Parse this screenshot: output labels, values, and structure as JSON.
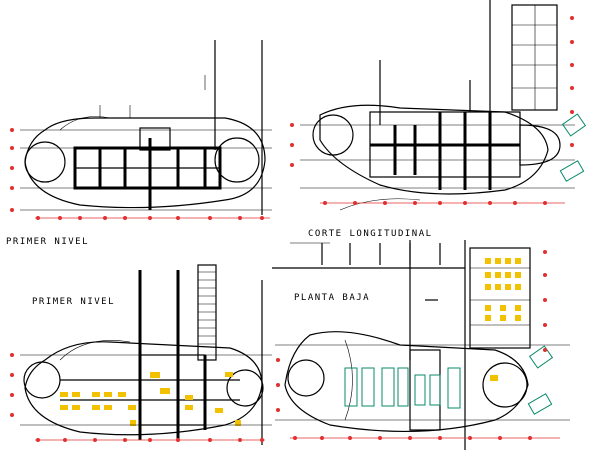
{
  "labels": {
    "primer_nivel_top": "PRIMER NIVEL",
    "corte_longitudinal": "CORTE LONGITUDINAL",
    "primer_nivel_bottom": "PRIMER NIVEL",
    "planta_baja": "PLANTA BAJA"
  },
  "colors": {
    "linework": "#000000",
    "dimension": "#e03030",
    "furniture": "#f2c200",
    "landscape": "#0a8a6a",
    "background": "#ffffff"
  }
}
